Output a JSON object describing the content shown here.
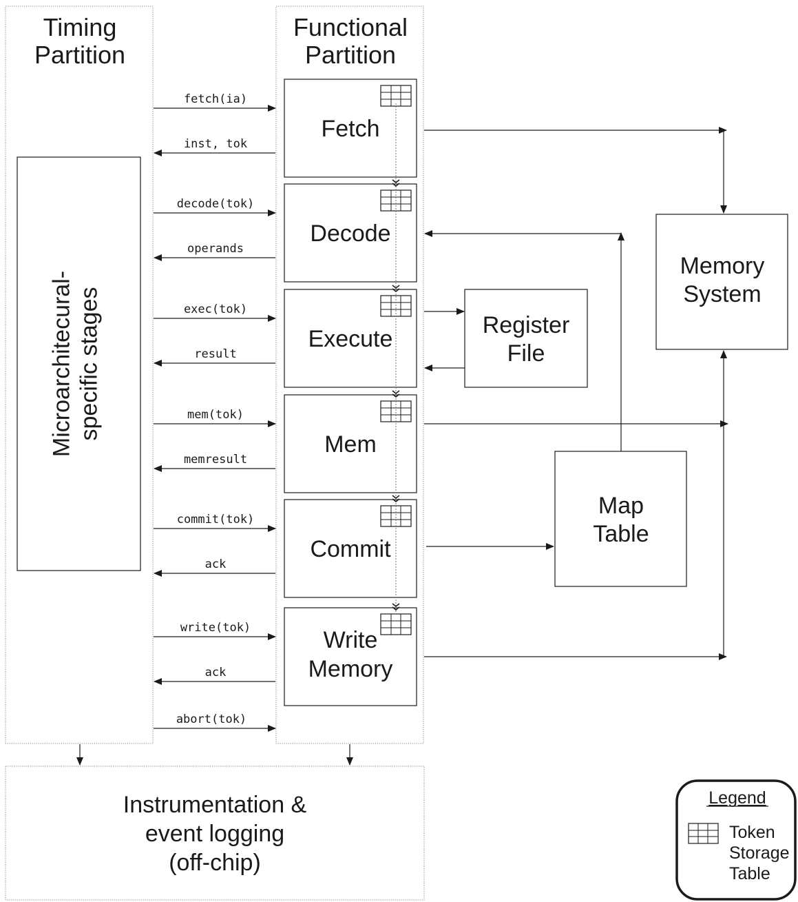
{
  "timing_partition": {
    "title_line1": "Timing",
    "title_line2": "Partition"
  },
  "functional_partition": {
    "title_line1": "Functional",
    "title_line2": "Partition"
  },
  "microarch_box": {
    "label_line1": "Microarchitecural-",
    "label_line2": "specific stages"
  },
  "stages": [
    {
      "id": "fetch",
      "lines": [
        "Fetch"
      ],
      "request": "fetch(ia)",
      "response": "inst, tok"
    },
    {
      "id": "decode",
      "lines": [
        "Decode"
      ],
      "request": "decode(tok)",
      "response": "operands"
    },
    {
      "id": "execute",
      "lines": [
        "Execute"
      ],
      "request": "exec(tok)",
      "response": "result"
    },
    {
      "id": "mem",
      "lines": [
        "Mem"
      ],
      "request": "mem(tok)",
      "response": "memresult"
    },
    {
      "id": "commit",
      "lines": [
        "Commit"
      ],
      "request": "commit(tok)",
      "response": "ack"
    },
    {
      "id": "write-memory",
      "lines": [
        "Write",
        "Memory"
      ],
      "request": "write(tok)",
      "response": "ack"
    }
  ],
  "abort_message": "abort(tok)",
  "register_file": {
    "line1": "Register",
    "line2": "File"
  },
  "map_table": {
    "line1": "Map",
    "line2": "Table"
  },
  "memory_system": {
    "line1": "Memory",
    "line2": "System"
  },
  "instrumentation": {
    "line1": "Instrumentation &",
    "line2": "event logging",
    "line3": "(off-chip)"
  },
  "legend": {
    "title": "Legend",
    "item_line1": "Token",
    "item_line2": "Storage",
    "item_line3": "Table"
  }
}
